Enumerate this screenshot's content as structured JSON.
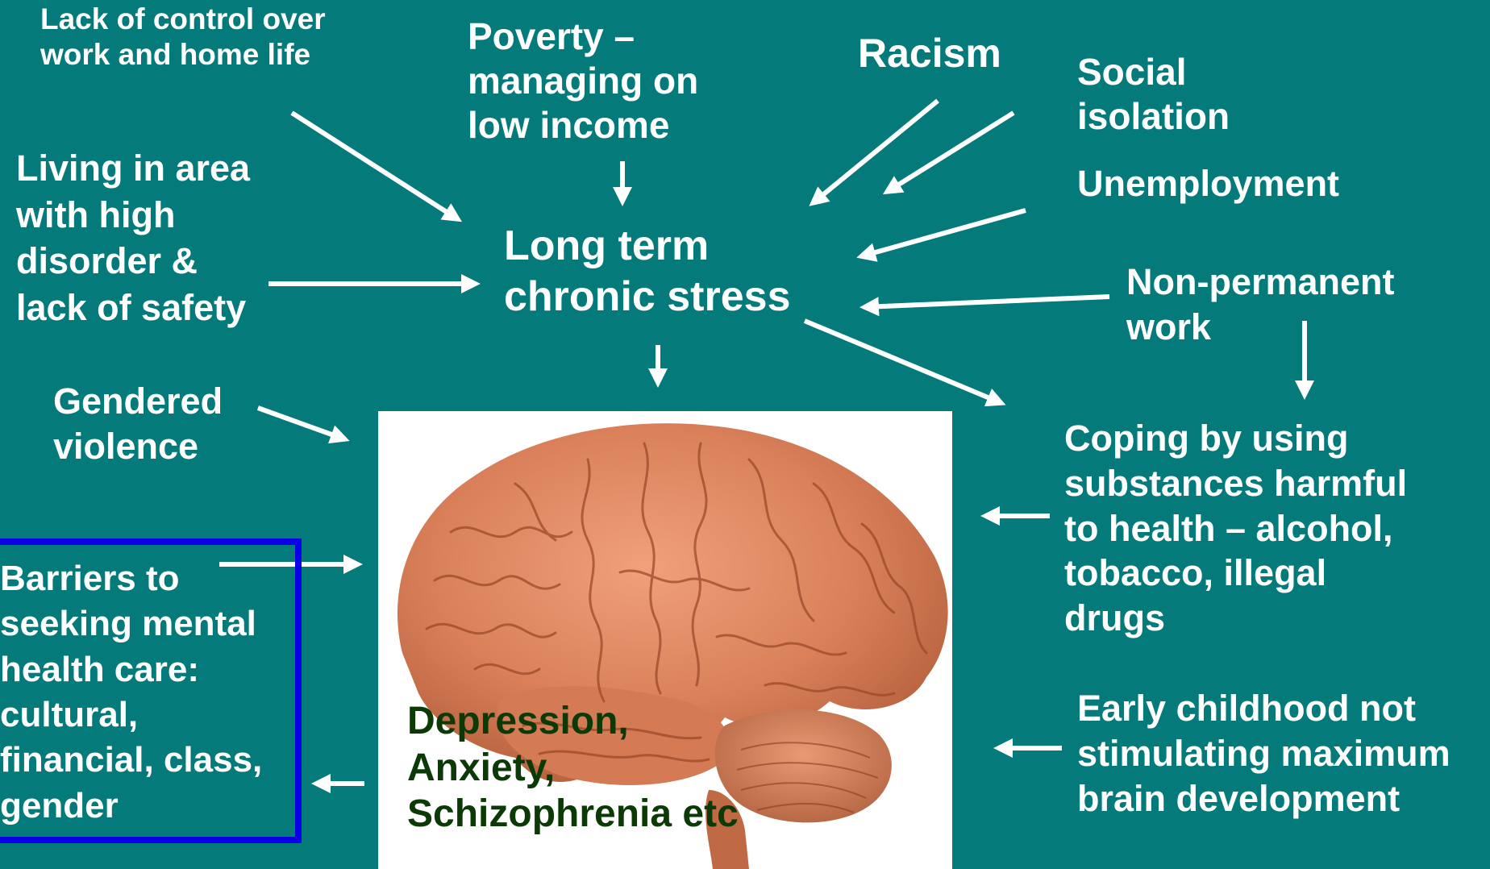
{
  "center": {
    "text": "Long term\nchronic stress"
  },
  "causes": {
    "lack_of_control": "Lack of control over\nwork and home life",
    "poverty": "Poverty –\nmanaging on\nlow income",
    "racism": "Racism",
    "social_isolation": "Social\nisolation",
    "unemployment": "Unemployment",
    "living_area": "Living in area\nwith high\ndisorder &\nlack of safety",
    "non_permanent": "Non-permanent\nwork",
    "gendered_violence": "Gendered\nviolence",
    "coping": "Coping by using\nsubstances harmful\nto health – alcohol,\ntobacco, illegal\ndrugs",
    "early_childhood": "Early childhood not\nstimulating maximum\nbrain development",
    "barriers": "Barriers to\nseeking mental\nhealth care:\ncultural,\nfinancial, class,\ngender"
  },
  "outcome": {
    "text": "Depression,\nAnxiety,\nSchizophrenia etc"
  },
  "colors": {
    "background": "#047a7a",
    "text": "#ffffff",
    "outcome_text": "#0c3a06",
    "box_border": "#0a00e6",
    "brain": "#d9805a"
  },
  "image": {
    "subject": "human brain model"
  }
}
